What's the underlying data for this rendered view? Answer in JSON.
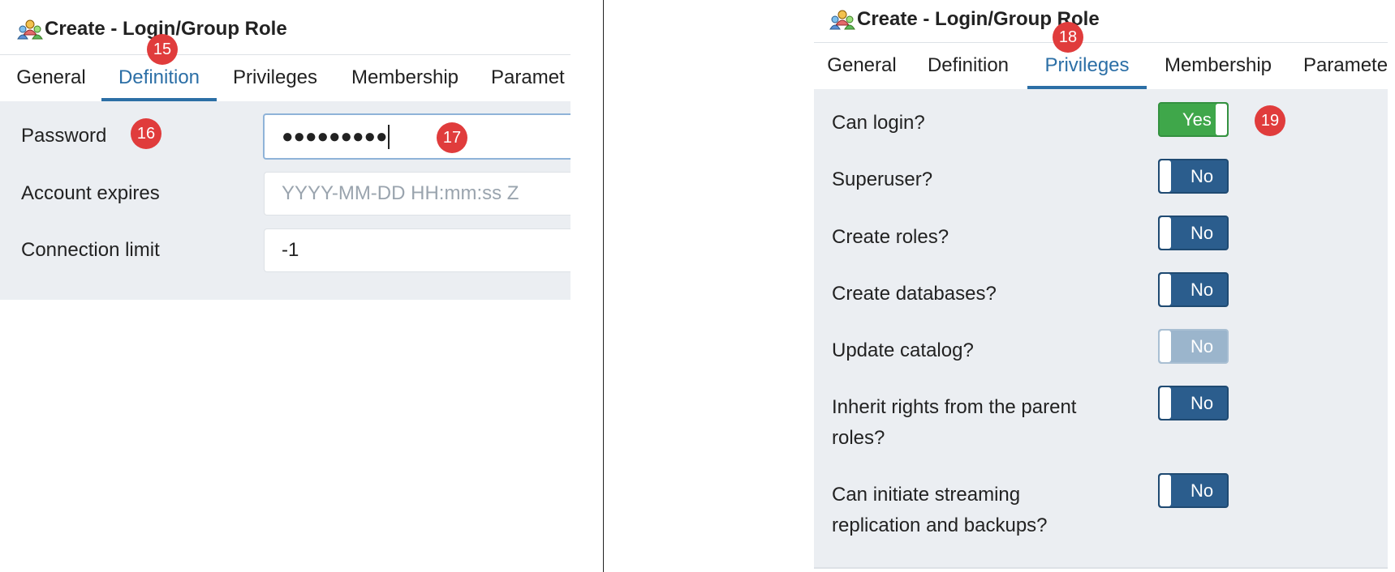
{
  "left_panel": {
    "title": "Create - Login/Group Role",
    "tabs": [
      "General",
      "Definition",
      "Privileges",
      "Membership",
      "Paramet"
    ],
    "active_tab": "Definition",
    "fields": {
      "password_label": "Password",
      "password_value": "●●●●●●●●●",
      "account_expires_label": "Account expires",
      "account_expires_placeholder": "YYYY-MM-DD HH:mm:ss Z",
      "connection_limit_label": "Connection limit",
      "connection_limit_value": "-1"
    },
    "markers": [
      "15",
      "16",
      "17"
    ]
  },
  "right_panel": {
    "title": "Create - Login/Group Role",
    "tabs": [
      "General",
      "Definition",
      "Privileges",
      "Membership",
      "Paramete"
    ],
    "active_tab": "Privileges",
    "privileges": [
      {
        "label": "Can login?",
        "value": "Yes",
        "disabled": false
      },
      {
        "label": "Superuser?",
        "value": "No",
        "disabled": false
      },
      {
        "label": "Create roles?",
        "value": "No",
        "disabled": false
      },
      {
        "label": "Create databases?",
        "value": "No",
        "disabled": false
      },
      {
        "label": "Update catalog?",
        "value": "No",
        "disabled": true
      },
      {
        "label": "Inherit rights from the parent",
        "label_line2": "roles?",
        "value": "No",
        "disabled": false
      },
      {
        "label": "Can initiate streaming",
        "label_line2": "replication and backups?",
        "value": "No",
        "disabled": false
      }
    ],
    "markers": [
      "18",
      "19"
    ]
  },
  "colors": {
    "accent": "#2c6fa6",
    "toggle_no": "#2b5d8d",
    "toggle_yes": "#3fa74a",
    "marker": "#e03c3c",
    "panel_bg": "#ebeef2"
  }
}
